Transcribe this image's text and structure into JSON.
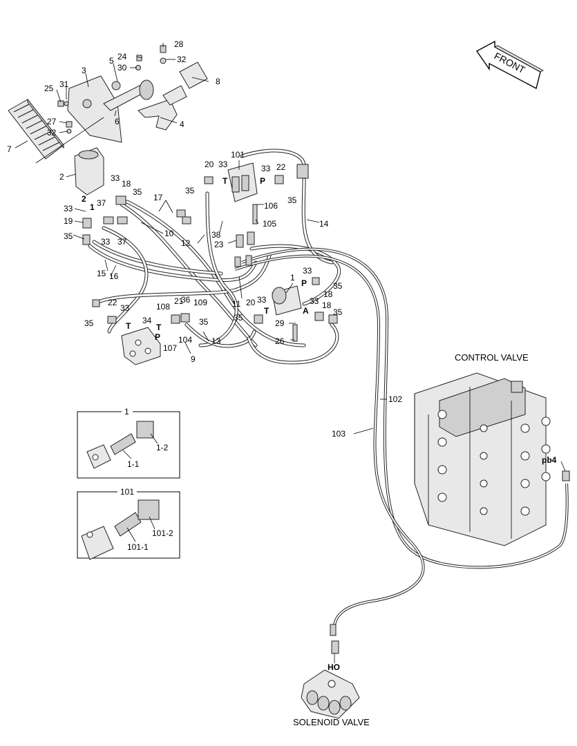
{
  "front_arrow": {
    "text": "FRONT"
  },
  "captions": {
    "control_valve": "CONTROL VALVE",
    "solenoid_valve": "SOLENOID VALVE",
    "port_pb4": "pb4",
    "port_ho": "HO"
  },
  "inset_1": {
    "title": "1",
    "labels": [
      "1-1",
      "1-2"
    ]
  },
  "inset_101": {
    "title": "101",
    "labels": [
      "101-1",
      "101-2"
    ]
  },
  "callouts": [
    "28",
    "24",
    "32",
    "30",
    "5",
    "3",
    "8",
    "25",
    "31",
    "4",
    "6",
    "27",
    "32",
    "7",
    "2",
    "33",
    "18",
    "35",
    "17",
    "33",
    "19",
    "35",
    "2",
    "1",
    "37",
    "33",
    "37",
    "10",
    "12",
    "15",
    "16",
    "101",
    "20",
    "33",
    "T",
    "P",
    "22",
    "33",
    "35",
    "35",
    "106",
    "38",
    "105",
    "23",
    "14",
    "11",
    "1",
    "33",
    "P",
    "35",
    "18",
    "33",
    "20",
    "T",
    "29",
    "26",
    "33",
    "18",
    "35",
    "A",
    "22",
    "33",
    "35",
    "T",
    "108",
    "21",
    "36",
    "109",
    "34",
    "T",
    "P",
    "107",
    "104",
    "35",
    "35",
    "13",
    "9",
    "102",
    "103"
  ]
}
